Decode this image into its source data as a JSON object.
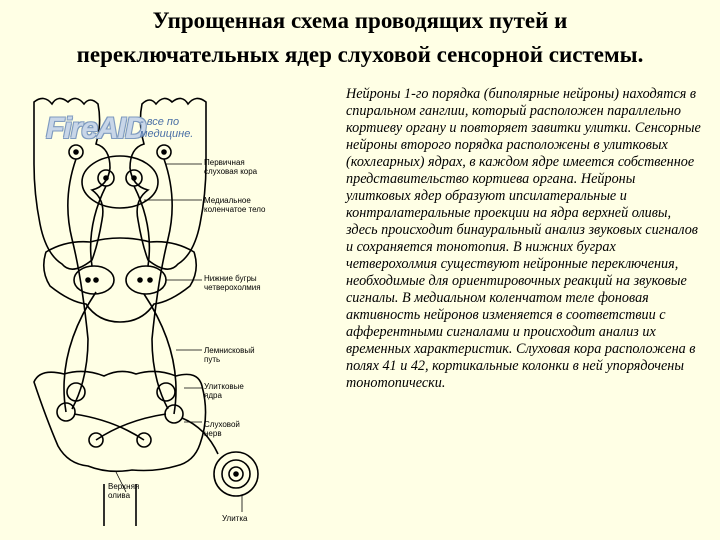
{
  "title": {
    "line1": "Упрощенная схема проводящих путей и",
    "line2": "переключательных ядер слуховой сенсорной системы."
  },
  "watermark": {
    "logo": "FireAID",
    "tagline": "- все по медицине."
  },
  "diagram_labels": {
    "primary_cortex": "Первичная слуховая кора",
    "medial_geniculate": "Медиальное коленчатое тело",
    "inferior_colliculi": "Нижние бугры четверохолмия",
    "lemniscal_path": "Лемнисковый путь",
    "cochlear_nuclei": "Улитковые ядра",
    "auditory_nerve": "Слуховой нерв",
    "superior_olive": "Верхняя олива",
    "cochlea": "Улитка"
  },
  "body_text": "Нейроны 1-го порядка (биполярные нейроны) находятся в спиральном ганглии, который расположен параллельно кортиеву органу и повторяет завитки улитки. Сенсорные нейроны второго порядка расположены в улитковых (кохлеарных) ядрах, в каждом ядре имеется собственное представительство кортиева органа. Нейроны улитковых ядер образуют ипсилатеральные и контралатеральные проекции на ядра верхней оливы, здесь происходит бинауральный анализ звуковых сигналов и сохраняется тонотопия. В нижних буграх четверохолмия существуют нейронные переключения, необходимые для ориентировочных реакций на звуковые сигналы. В медиальном коленчатом теле фоновая активность нейронов изменяется в соответствии с афферентными сигналами и происходит анализ их временных характеристик. Слуховая кора расположена в полях 41 и 42, кортикальные колонки в ней упорядочены тонотопически."
}
